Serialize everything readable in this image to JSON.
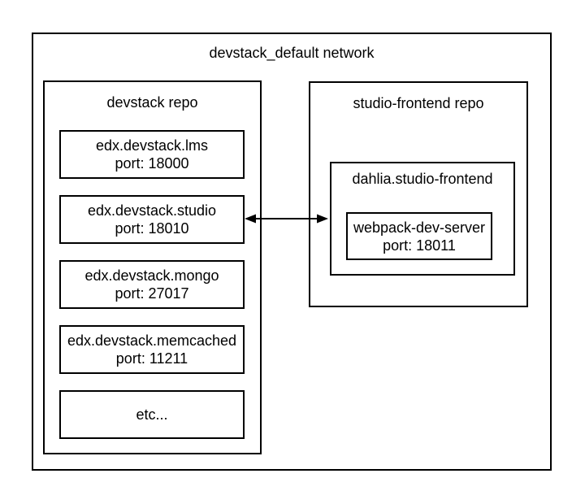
{
  "network": {
    "title": "devstack_default network"
  },
  "devstack_repo": {
    "title": "devstack repo",
    "services": [
      {
        "name": "edx.devstack.lms",
        "port": "port: 18000"
      },
      {
        "name": "edx.devstack.studio",
        "port": "port: 18010"
      },
      {
        "name": "edx.devstack.mongo",
        "port": "port: 27017"
      },
      {
        "name": "edx.devstack.memcached",
        "port": "port: 11211"
      },
      {
        "name": "etc...",
        "port": ""
      }
    ]
  },
  "studio_frontend_repo": {
    "title": "studio-frontend repo",
    "container": {
      "title": "dahlia.studio-frontend",
      "service": {
        "name": "webpack-dev-server",
        "port": "port: 18011"
      }
    }
  },
  "icons": {
    "connection": "bidirectional-arrow"
  },
  "colors": {
    "stroke": "#000000",
    "background": "#ffffff",
    "text": "#000000"
  }
}
